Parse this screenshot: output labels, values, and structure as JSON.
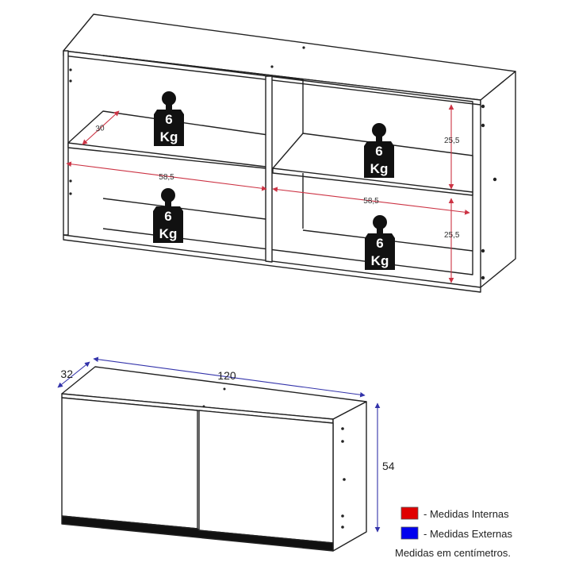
{
  "upper_view": {
    "depth_label": "30",
    "width_label_left": "58,5",
    "width_label_right": "58,5",
    "height_label_top": "25,5",
    "height_label_bottom": "25,5",
    "shelf_loads": [
      {
        "value": "6",
        "unit": "Kg"
      },
      {
        "value": "6",
        "unit": "Kg"
      },
      {
        "value": "6",
        "unit": "Kg"
      },
      {
        "value": "6",
        "unit": "Kg"
      }
    ]
  },
  "lower_view": {
    "depth_label": "32",
    "width_label": "120",
    "height_label": "54"
  },
  "legend": {
    "internal_label": "- Medidas Internas",
    "external_label": "- Medidas Externas",
    "note": "Medidas em centímetros.",
    "internal_color": "#e00000",
    "external_color": "#0000ee"
  },
  "colors": {
    "internal_line": "#cc3344",
    "external_line": "#3333aa",
    "cabinet_line": "#222222",
    "weight_icon": "#111111"
  }
}
